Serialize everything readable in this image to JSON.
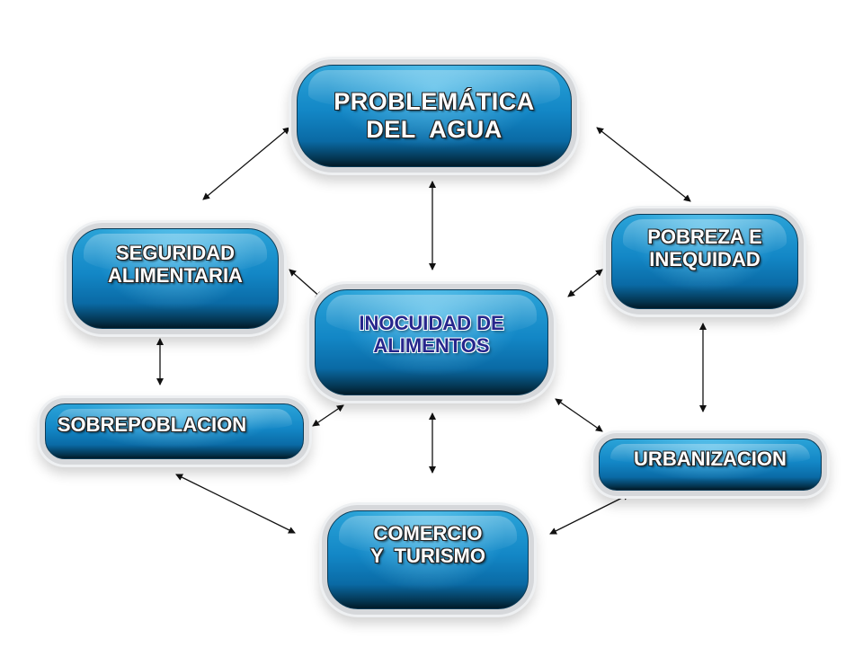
{
  "nodes": {
    "problematica": {
      "line1": "PROBLEMÁTICA",
      "line2": "DEL  AGUA"
    },
    "seguridad": {
      "line1": "SEGURIDAD",
      "line2": "ALIMENTARIA"
    },
    "pobreza": {
      "line1": "POBREZA E",
      "line2": "INEQUIDAD"
    },
    "inocuidad": {
      "line1": "INOCUIDAD DE",
      "line2": "ALIMENTOS"
    },
    "sobrepoblacion": {
      "line1": "SOBREPOBLACION"
    },
    "urbanizacion": {
      "line1": "URBANIZACION"
    },
    "comercio": {
      "line1": "COMERCIO",
      "line2": "Y  TURISMO"
    }
  },
  "colors": {
    "node_top": "#2aa3d8",
    "node_bottom": "#021a28",
    "inocuidad_text": "#26268c",
    "arrow": "#111111"
  }
}
